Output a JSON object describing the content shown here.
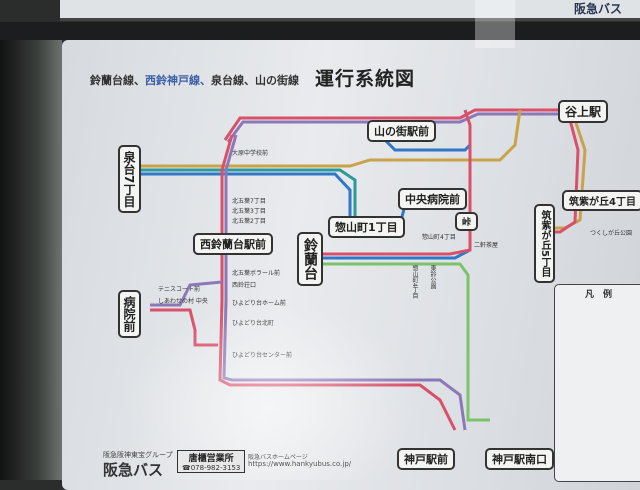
{
  "top_sign": "阪急バス",
  "subtitle": {
    "line1": "鈴蘭台線、",
    "line2": "西鈴神戸線、",
    "line3": "泉台線、",
    "line4": "山の街線"
  },
  "title": "運行系統図",
  "major_stops": {
    "tanigami": "谷上駅",
    "yamanomachi": "山の街駅前",
    "chuo_byoin": "中央病院前",
    "soyama": "惣山町1丁目",
    "suzurandai": "鈴蘭台",
    "nishisuzurandai": "西鈴蘭台駅前",
    "byoin": "病院前",
    "izumidai7": "泉台7丁目",
    "tsukushigaoka4": "筑紫が丘4丁目",
    "tsukushigaoka5": "筑紫が丘5丁目",
    "toge": "峠",
    "kobe_eki": "神戸駅前",
    "kobe_minami": "神戸駅南口"
  },
  "minor_stops": {
    "a": "大原中学校前",
    "b": "北五葉7丁目",
    "c": "北五葉3丁目",
    "d": "北五葉2丁目",
    "e": "北五葉ボラール前",
    "f": "西鈴荘口",
    "g": "テニスコート前",
    "h": "しあわせの村 中央",
    "i": "ひよどり台ホーム前",
    "j": "ひよどり台北町",
    "k": "ひよどり台センター前",
    "l": "惣山町4丁目",
    "m": "二軒茶屋",
    "n": "つくしが丘公園",
    "o": "惣山町4丁目",
    "p": "東鈴公園"
  },
  "legend": {
    "title": "凡　例"
  },
  "footer": {
    "group": "阪急阪神東宝グループ",
    "brand": "阪急バス",
    "office": "唐櫃営業所",
    "phone": "☎078-982-3153",
    "hp_label": "阪急バスホームページ",
    "url": "https://www.hankyubus.co.jp/"
  },
  "colors": {
    "red": "#d9506a",
    "blue": "#2f78c8",
    "gold": "#c9a24a",
    "green": "#7cc26a",
    "purple": "#8c78b8",
    "teal": "#2c9a9a"
  }
}
